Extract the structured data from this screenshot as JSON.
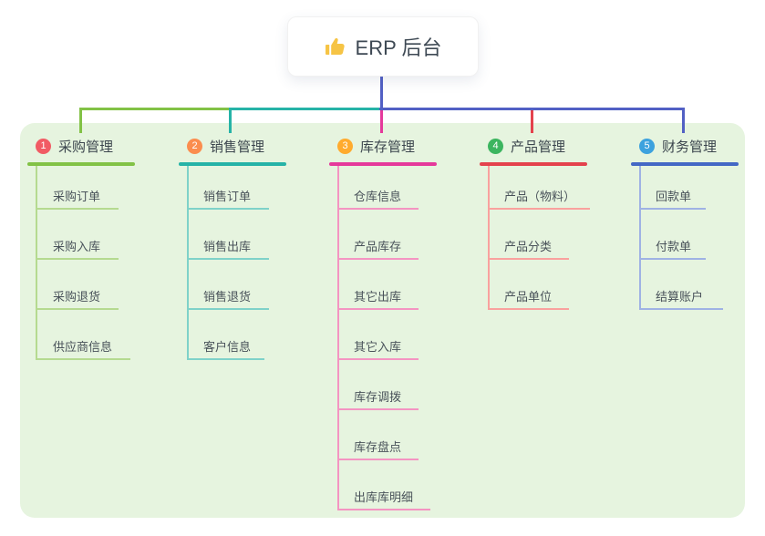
{
  "root": {
    "label": "ERP 后台",
    "icon": "thumbs-up"
  },
  "branches": [
    {
      "number": "1",
      "label": "采购管理",
      "color": "#82c246",
      "child_line_color": "#b5da90",
      "badge_color": "#f15b64",
      "children": [
        "采购订单",
        "采购入库",
        "采购退货",
        "供应商信息"
      ]
    },
    {
      "number": "2",
      "label": "销售管理",
      "color": "#26b3a7",
      "child_line_color": "#7fd2c9",
      "badge_color": "#fb8d4e",
      "children": [
        "销售订单",
        "销售出库",
        "销售退货",
        "客户信息"
      ]
    },
    {
      "number": "3",
      "label": "库存管理",
      "color": "#e5399b",
      "child_line_color": "#f494c2",
      "badge_color": "#ffab2e",
      "children": [
        "仓库信息",
        "产品库存",
        "其它出库",
        "其它入库",
        "库存调拨",
        "库存盘点",
        "出库库明细"
      ]
    },
    {
      "number": "4",
      "label": "产品管理",
      "color": "#e4424d",
      "child_line_color": "#f9a19e",
      "badge_color": "#3cb55f",
      "children": [
        "产品（物料）",
        "产品分类",
        "产品单位"
      ]
    },
    {
      "number": "5",
      "label": "财务管理",
      "color": "#4468c5",
      "child_line_color": "#9fb2e4",
      "badge_color": "#3da2de",
      "children": [
        "回款单",
        "付款单",
        "结算账户"
      ]
    }
  ],
  "connector_color": "#5260c4",
  "panel_color": "#e6f4df"
}
